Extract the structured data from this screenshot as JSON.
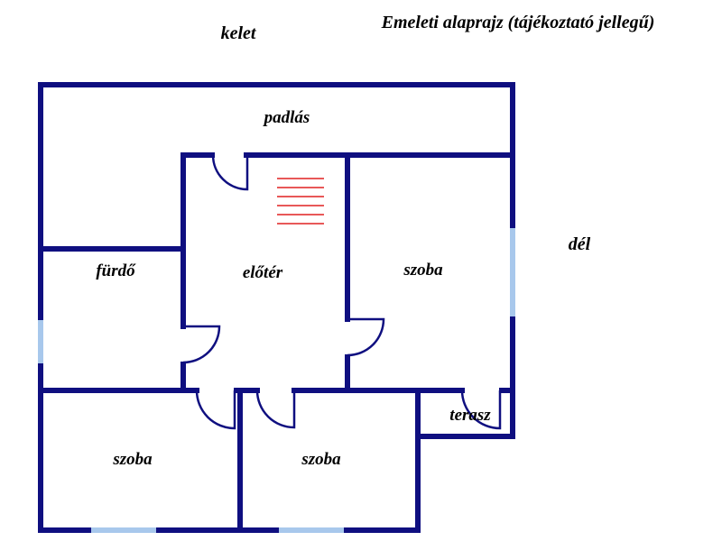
{
  "title": "Emeleti alaprajz (tájékoztató jellegű)",
  "compass": {
    "top": "kelet",
    "right": "dél"
  },
  "rooms": {
    "attic": "padlás",
    "bathroom": "fürdő",
    "hall": "előtér",
    "room_east": "szoba",
    "room_sw": "szoba",
    "room_s": "szoba",
    "terrace": "terasz"
  },
  "colors": {
    "wall": "#0f0f80",
    "window": "#a8c8ec",
    "stairs": "#e02020",
    "background": "#ffffff",
    "text": "#000000"
  }
}
